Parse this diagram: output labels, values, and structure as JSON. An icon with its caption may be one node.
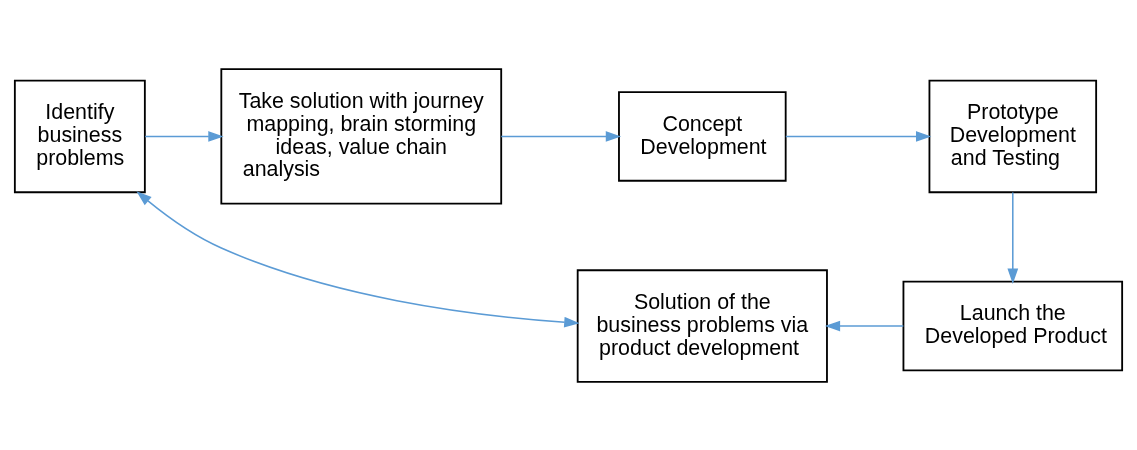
{
  "diagram": {
    "nodes": [
      {
        "text": [
          "Identify business problems"
        ]
      },
      {
        "text": [
          "Take solution with journey mapping, brain storming ideas, value chain analysis"
        ]
      },
      {
        "text": [
          "Concept Development"
        ]
      },
      {
        "text": [
          "Prototype Development and Testing"
        ]
      },
      {
        "text": [
          "Launch the Developed Product"
        ]
      },
      {
        "text": [
          "Solution of the business problems via product development"
        ]
      }
    ],
    "edges": [
      {
        "from": 0,
        "to": 1,
        "arrow": "to"
      },
      {
        "from": 1,
        "to": 2,
        "arrow": "to"
      },
      {
        "from": 2,
        "to": 3,
        "arrow": "to"
      },
      {
        "from": 3,
        "to": 4,
        "arrow": "to"
      },
      {
        "from": 4,
        "to": 5,
        "arrow": "to"
      },
      {
        "from": 5,
        "to": 0,
        "arrow": "both"
      }
    ]
  }
}
